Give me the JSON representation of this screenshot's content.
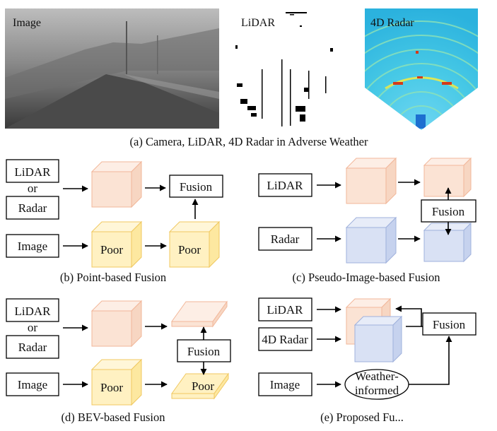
{
  "panel_a": {
    "image_label": "Image",
    "lidar_label": "LiDAR",
    "radar_label": "4D Radar",
    "caption": "(a) Camera, LiDAR, 4D Radar in Adverse Weather"
  },
  "panel_b": {
    "input1_line1": "LiDAR",
    "input1_or": "or",
    "input1_line2": "Radar",
    "input2": "Image",
    "poor_left": "Poor",
    "poor_right": "Poor",
    "fusion": "Fusion",
    "caption": "(b) Point-based Fusion"
  },
  "panel_c": {
    "input1": "LiDAR",
    "input2": "Radar",
    "fusion": "Fusion",
    "caption": "(c) Pseudo-Image-based Fusion"
  },
  "panel_d": {
    "input1_line1": "LiDAR",
    "input1_or": "or",
    "input1_line2": "Radar",
    "input2": "Image",
    "poor_left": "Poor",
    "poor_right": "Poor",
    "fusion": "Fusion",
    "caption": "(d) BEV-based Fusion"
  },
  "panel_e": {
    "input1": "LiDAR",
    "input2": "4D Radar",
    "input3": "Image",
    "weather_line1": "Weather-",
    "weather_line2": "informed",
    "fusion": "Fusion",
    "caption": "(e) Proposed Fu..."
  },
  "colors": {
    "orange_front": "#fbe3d4",
    "orange_edge": "#f2b79a",
    "yellow_front": "#fff1c2",
    "yellow_edge": "#f0c860",
    "blue_front": "#d9e1f4",
    "blue_edge": "#9fb1dc"
  }
}
